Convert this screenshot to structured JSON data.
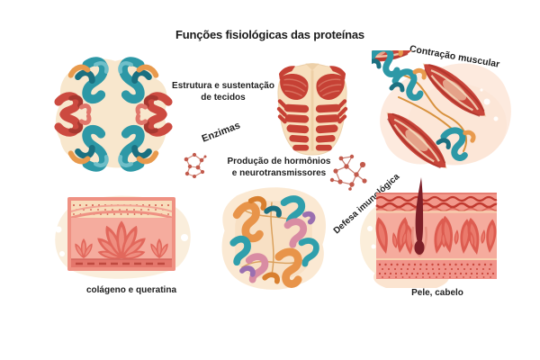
{
  "title": "Funções fisiológicas das proteínas",
  "labels": {
    "tissue_structure_line1": "Estrutura e sustentação",
    "tissue_structure_line2": "de tecidos",
    "enzymes": "Enzimas",
    "hormones_line1": "Produção de hormônios",
    "hormones_line2": "e neurotransmissores",
    "muscle_contraction": "Contração muscular",
    "immune_defense": "Defesa imunológica",
    "collagen_keratin": "colágeno e queratina",
    "skin_hair": "Pele, cabelo"
  },
  "icons": {
    "protein-structure-illustration": "symmetric ribbon protein complex, teal/red/orange on cream blob",
    "muscle-torso-illustration": "anatomical torso with red pectoral and abdominal muscles",
    "muscle-contraction-illustration": "two red muscle fiber spindles linked by teal/orange protein strands",
    "collagen-tissue-illustration": "tissue cross-section with fanned collagen petals",
    "protein-cluster-illustration": "cluster of orange/teal/pink/purple protein ribbons",
    "skin-hair-illustration": "skin cross-section with hair follicle and dermal layers",
    "enzyme-molecule-icon": "small red molecular node network",
    "immune-molecule-icon": "larger red molecular node network"
  },
  "colors": {
    "text": "#1f1f1f",
    "blob_cream": "#f8e7cd",
    "blob_peach": "#fdeade",
    "teal": "#2d98a6",
    "teal_dark": "#1b7080",
    "red_ribbon": "#cc4a40",
    "orange": "#e8944a",
    "pink_ribbon": "#d98ca3",
    "purple_ribbon": "#9a6fb0",
    "muscle_red": "#c64135",
    "skin_pink": "#f5ab9d",
    "dermis_red": "#dd5c50",
    "hair_maroon": "#7d1f28",
    "molecule_red": "#c25a4c"
  }
}
